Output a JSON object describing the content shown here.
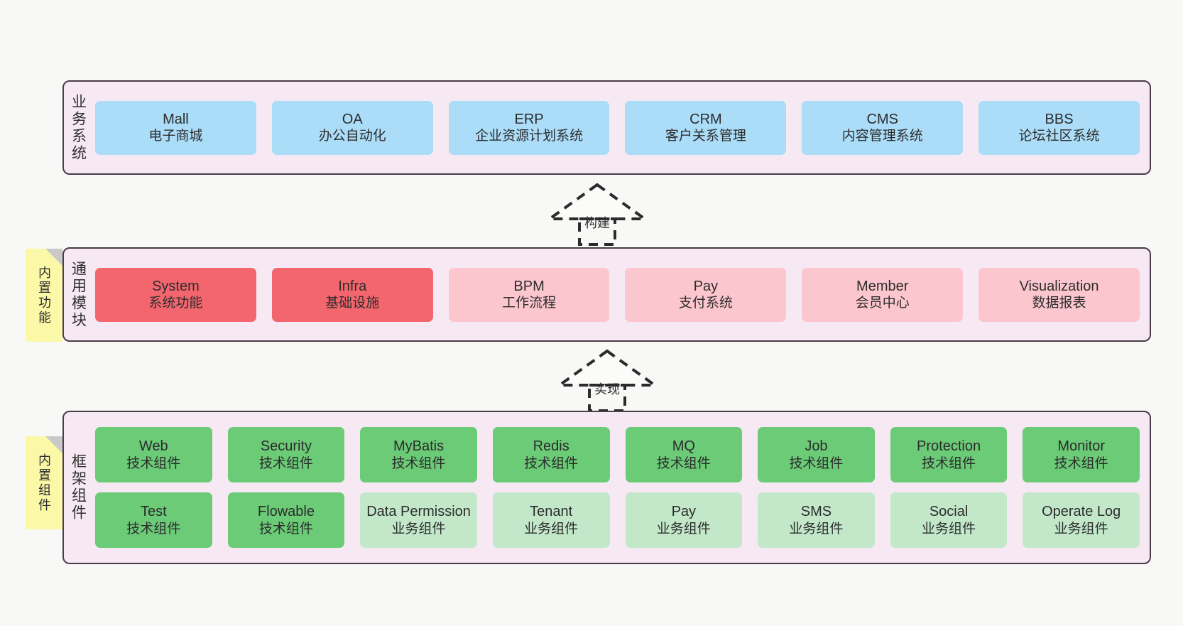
{
  "diagram": {
    "background_color": "#f8f8f7",
    "layer_bg_color": "#f7e9f4",
    "layer_border_color": "#4a3c4a",
    "note_color": "#fbf8a8"
  },
  "layers": [
    {
      "id": "business",
      "title": "业务系统",
      "color": "#abdcf8",
      "rows": [
        {
          "cards": [
            {
              "en": "Mall",
              "cn": "电子商城",
              "style": "c-blue"
            },
            {
              "en": "OA",
              "cn": "办公自动化",
              "style": "c-blue"
            },
            {
              "en": "ERP",
              "cn": "企业资源计划系统",
              "style": "c-blue"
            },
            {
              "en": "CRM",
              "cn": "客户关系管理",
              "style": "c-blue"
            },
            {
              "en": "CMS",
              "cn": "内容管理系统",
              "style": "c-blue"
            },
            {
              "en": "BBS",
              "cn": "论坛社区系统",
              "style": "c-blue"
            }
          ]
        }
      ]
    },
    {
      "id": "modules",
      "title": "通用模块",
      "color": "#f4666e",
      "rows": [
        {
          "cards": [
            {
              "en": "System",
              "cn": "系统功能",
              "style": "c-red"
            },
            {
              "en": "Infra",
              "cn": "基础设施",
              "style": "c-red"
            },
            {
              "en": "BPM",
              "cn": "工作流程",
              "style": "c-pink"
            },
            {
              "en": "Pay",
              "cn": "支付系统",
              "style": "c-pink"
            },
            {
              "en": "Member",
              "cn": "会员中心",
              "style": "c-pink"
            },
            {
              "en": "Visualization",
              "cn": "数据报表",
              "style": "c-pink"
            }
          ]
        }
      ]
    },
    {
      "id": "framework",
      "title": "框架组件",
      "color": "#6bcb77",
      "rows": [
        {
          "cards": [
            {
              "en": "Web",
              "cn": "技术组件",
              "style": "c-green"
            },
            {
              "en": "Security",
              "cn": "技术组件",
              "style": "c-green"
            },
            {
              "en": "MyBatis",
              "cn": "技术组件",
              "style": "c-green"
            },
            {
              "en": "Redis",
              "cn": "技术组件",
              "style": "c-green"
            },
            {
              "en": "MQ",
              "cn": "技术组件",
              "style": "c-green"
            },
            {
              "en": "Job",
              "cn": "技术组件",
              "style": "c-green"
            },
            {
              "en": "Protection",
              "cn": "技术组件",
              "style": "c-green"
            },
            {
              "en": "Monitor",
              "cn": "技术组件",
              "style": "c-green"
            }
          ]
        },
        {
          "cards": [
            {
              "en": "Test",
              "cn": "技术组件",
              "style": "c-green"
            },
            {
              "en": "Flowable",
              "cn": "技术组件",
              "style": "c-green"
            },
            {
              "en": "Data Permission",
              "cn": "业务组件",
              "style": "c-lightgreen"
            },
            {
              "en": "Tenant",
              "cn": "业务组件",
              "style": "c-lightgreen"
            },
            {
              "en": "Pay",
              "cn": "业务组件",
              "style": "c-lightgreen"
            },
            {
              "en": "SMS",
              "cn": "业务组件",
              "style": "c-lightgreen"
            },
            {
              "en": "Social",
              "cn": "业务组件",
              "style": "c-lightgreen"
            },
            {
              "en": "Operate Log",
              "cn": "业务组件",
              "style": "c-lightgreen"
            }
          ]
        }
      ]
    }
  ],
  "notes": [
    {
      "id": "functions",
      "text": "内置功能"
    },
    {
      "id": "components",
      "text": "内置组件"
    }
  ],
  "arrows": [
    {
      "id": "build",
      "label": "构建"
    },
    {
      "id": "implement",
      "label": "实现"
    }
  ]
}
